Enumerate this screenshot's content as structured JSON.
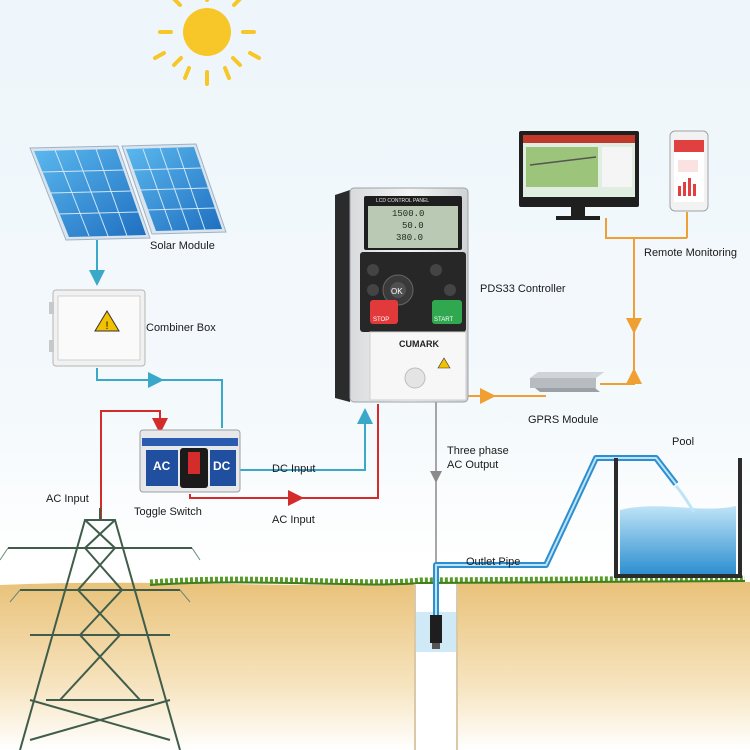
{
  "labels": {
    "solar_module": "Solar Module",
    "combiner_box": "Combiner Box",
    "toggle_switch": "Toggle Switch",
    "ac_input_left": "AC Input",
    "dc_input": "DC Input",
    "ac_input_bottom": "AC Input",
    "controller": "PDS33 Controller",
    "gprs_module": "GPRS Module",
    "remote_monitoring": "Remote Monitoring",
    "three_phase_line1": "Three phase",
    "three_phase_line2": "AC Output",
    "outlet_pipe": "Outlet Pipe",
    "pool": "Pool"
  },
  "controller_panel": {
    "header": "LCD CONTROL PANEL",
    "readout_1": "1500.0",
    "readout_2": "50.0",
    "readout_3": "380.0",
    "ok_key": "OK",
    "stop_key": "STOP",
    "start_key": "START",
    "brand": "CUMARK"
  },
  "switch_faces": {
    "ac": "AC",
    "dc": "DC"
  },
  "colors": {
    "dc_line": "#3aa9c9",
    "ac_line": "#d42b2b",
    "comm_line": "#f0a033",
    "water": "#2d8fd0",
    "sun": "#f7c628"
  }
}
